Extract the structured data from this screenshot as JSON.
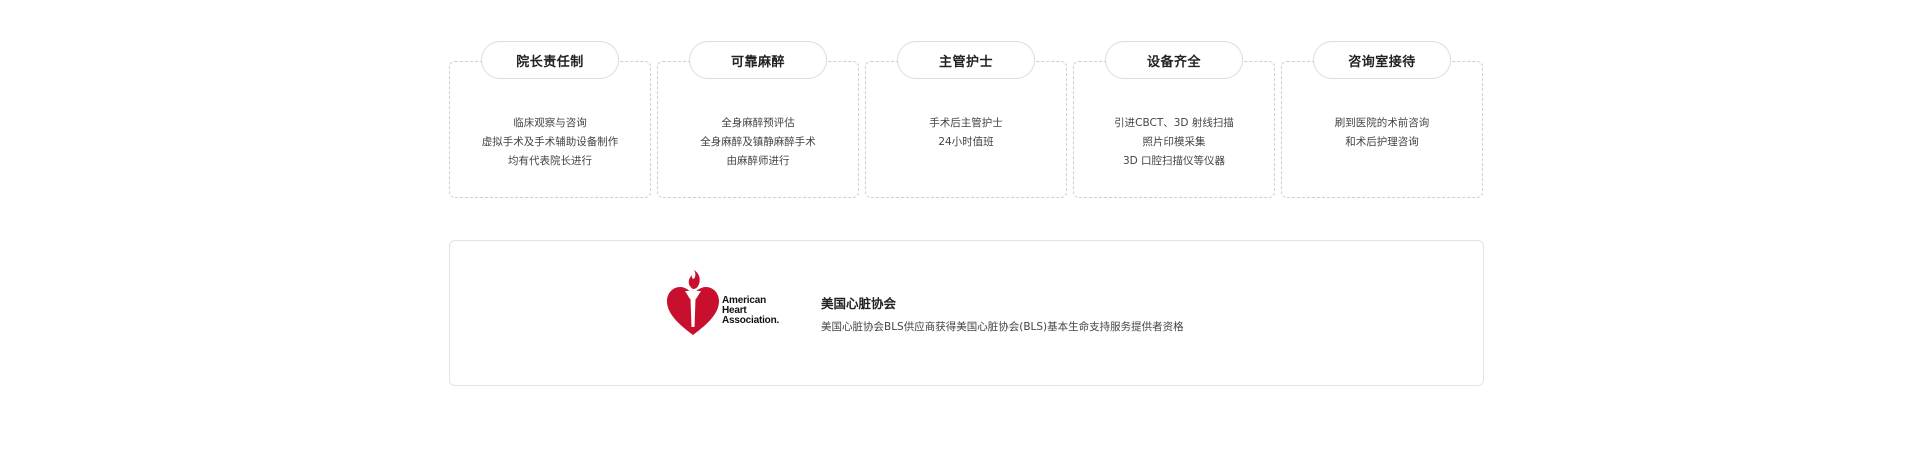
{
  "cards": [
    {
      "title": "院长责任制",
      "lines": [
        "临床观察与咨询",
        "虚拟手术及手术辅助设备制作",
        "均有代表院长进行"
      ]
    },
    {
      "title": "可靠麻醉",
      "lines": [
        "全身麻醉预评估",
        "全身麻醉及镇静麻醉手术",
        "由麻醉师进行"
      ]
    },
    {
      "title": "主管护士",
      "lines": [
        "手术后主管护士",
        "24小时值班"
      ]
    },
    {
      "title": "设备齐全",
      "lines": [
        "引进CBCT、3D 射线扫描",
        "照片印模采集",
        "3D 口腔扫描仪等仪器"
      ]
    },
    {
      "title": "咨询室接待",
      "lines": [
        "刷到医院的术前咨询",
        "和术后护理咨询"
      ]
    }
  ],
  "association": {
    "logo_lines": [
      "American",
      "Heart",
      "Association."
    ],
    "title": "美国心脏协会",
    "description": "美国心脏协会BLS供应商获得美国心脏协会(BLS)基本生命支持服务提供者资格"
  },
  "colors": {
    "logo_red": "#c8102e",
    "card_border": "#cfcfcf"
  }
}
